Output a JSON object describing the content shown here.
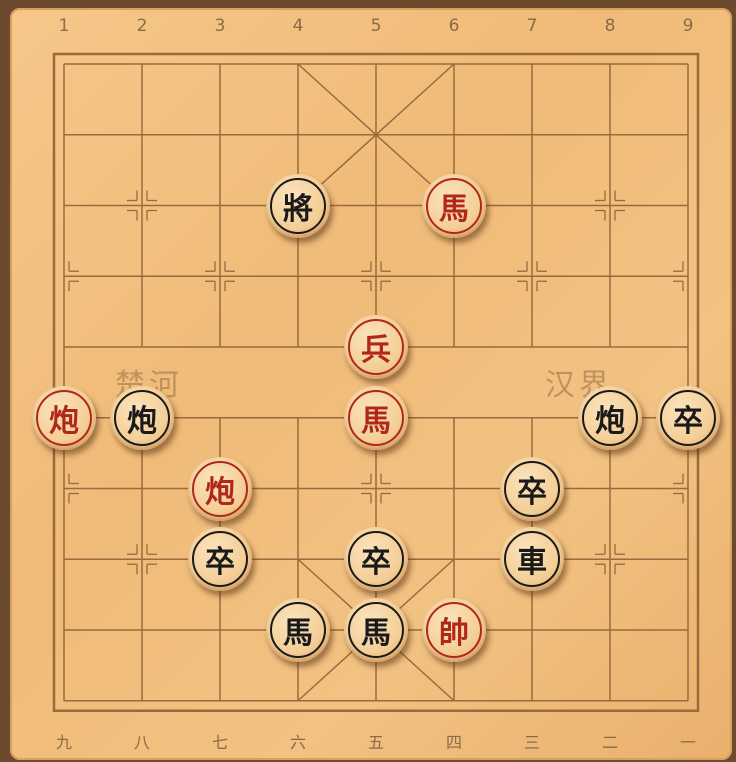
{
  "board": {
    "top_numbers": [
      "1",
      "2",
      "3",
      "4",
      "5",
      "6",
      "7",
      "8",
      "9"
    ],
    "bottom_numbers": [
      "九",
      "八",
      "七",
      "六",
      "五",
      "四",
      "三",
      "二",
      "一"
    ],
    "river_left": "楚河",
    "river_right": "汉界"
  },
  "pieces": [
    {
      "char": "將",
      "color": "black",
      "col": 4,
      "row": 2
    },
    {
      "char": "馬",
      "color": "red",
      "col": 6,
      "row": 2
    },
    {
      "char": "兵",
      "color": "red",
      "col": 5,
      "row": 4
    },
    {
      "char": "炮",
      "color": "red",
      "col": 1,
      "row": 5
    },
    {
      "char": "炮",
      "color": "black",
      "col": 2,
      "row": 5
    },
    {
      "char": "馬",
      "color": "red",
      "col": 5,
      "row": 5
    },
    {
      "char": "炮",
      "color": "black",
      "col": 8,
      "row": 5
    },
    {
      "char": "卒",
      "color": "black",
      "col": 9,
      "row": 5
    },
    {
      "char": "炮",
      "color": "red",
      "col": 3,
      "row": 6
    },
    {
      "char": "卒",
      "color": "black",
      "col": 7,
      "row": 6
    },
    {
      "char": "卒",
      "color": "black",
      "col": 3,
      "row": 7
    },
    {
      "char": "卒",
      "color": "black",
      "col": 5,
      "row": 7
    },
    {
      "char": "車",
      "color": "black",
      "col": 7,
      "row": 7
    },
    {
      "char": "馬",
      "color": "black",
      "col": 4,
      "row": 8
    },
    {
      "char": "馬",
      "color": "black",
      "col": 5,
      "row": 8
    },
    {
      "char": "帥",
      "color": "red",
      "col": 6,
      "row": 8
    }
  ]
}
